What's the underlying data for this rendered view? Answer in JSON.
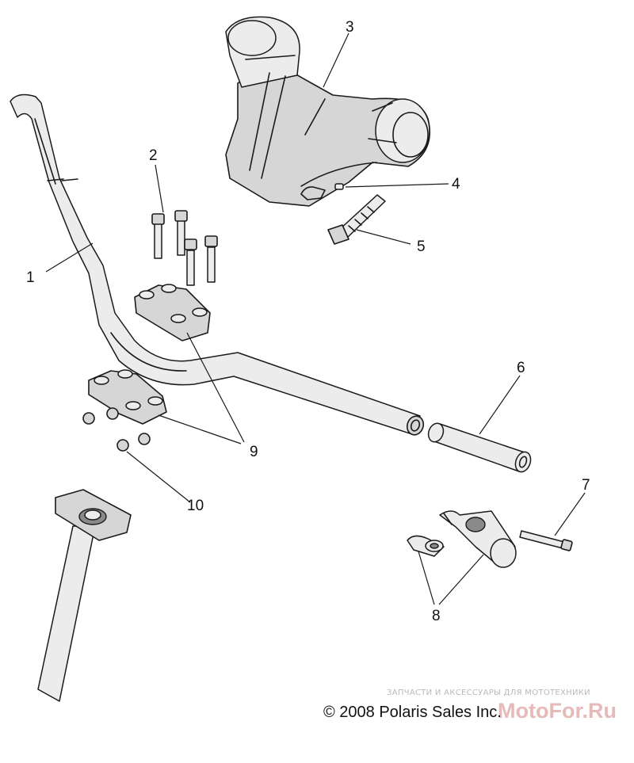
{
  "callouts": [
    {
      "label": "1"
    },
    {
      "label": "2"
    },
    {
      "label": "3"
    },
    {
      "label": "4"
    },
    {
      "label": "5"
    },
    {
      "label": "6"
    },
    {
      "label": "7"
    },
    {
      "label": "8"
    },
    {
      "label": "9"
    },
    {
      "label": "10"
    }
  ],
  "copyright": "© 2008 Polaris Sales Inc.",
  "watermark": {
    "tagline": "ЗАПЧАСТИ И АКСЕССУАРЫ ДЛЯ МОТОТЕХНИКИ",
    "brand": "MotoFor.Ru"
  }
}
